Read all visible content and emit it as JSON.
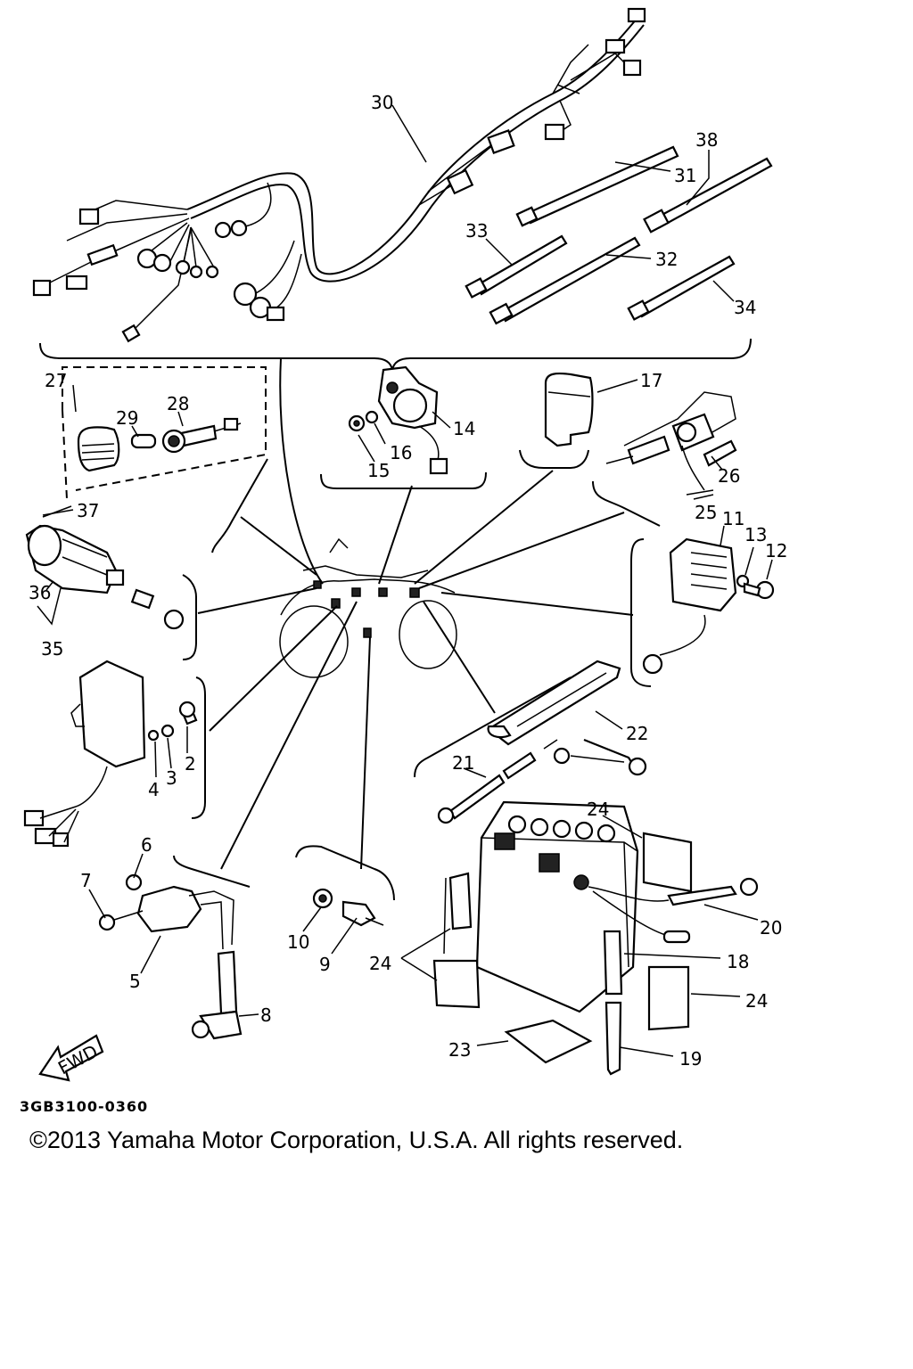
{
  "callouts": [
    "30",
    "38",
    "31",
    "33",
    "32",
    "34",
    "27",
    "28",
    "29",
    "17",
    "14",
    "16",
    "15",
    "26",
    "25",
    "11",
    "13",
    "12",
    "37",
    "36",
    "35",
    "22",
    "2",
    "3",
    "4",
    "21",
    "24",
    "6",
    "7",
    "5",
    "10",
    "9",
    "24",
    "20",
    "18",
    "24",
    "8",
    "23",
    "19"
  ],
  "fwd_label": "FWD",
  "drawing_code": "3GB3100-0360",
  "copyright": "©2013 Yamaha Motor Corporation, U.S.A. All rights reserved."
}
